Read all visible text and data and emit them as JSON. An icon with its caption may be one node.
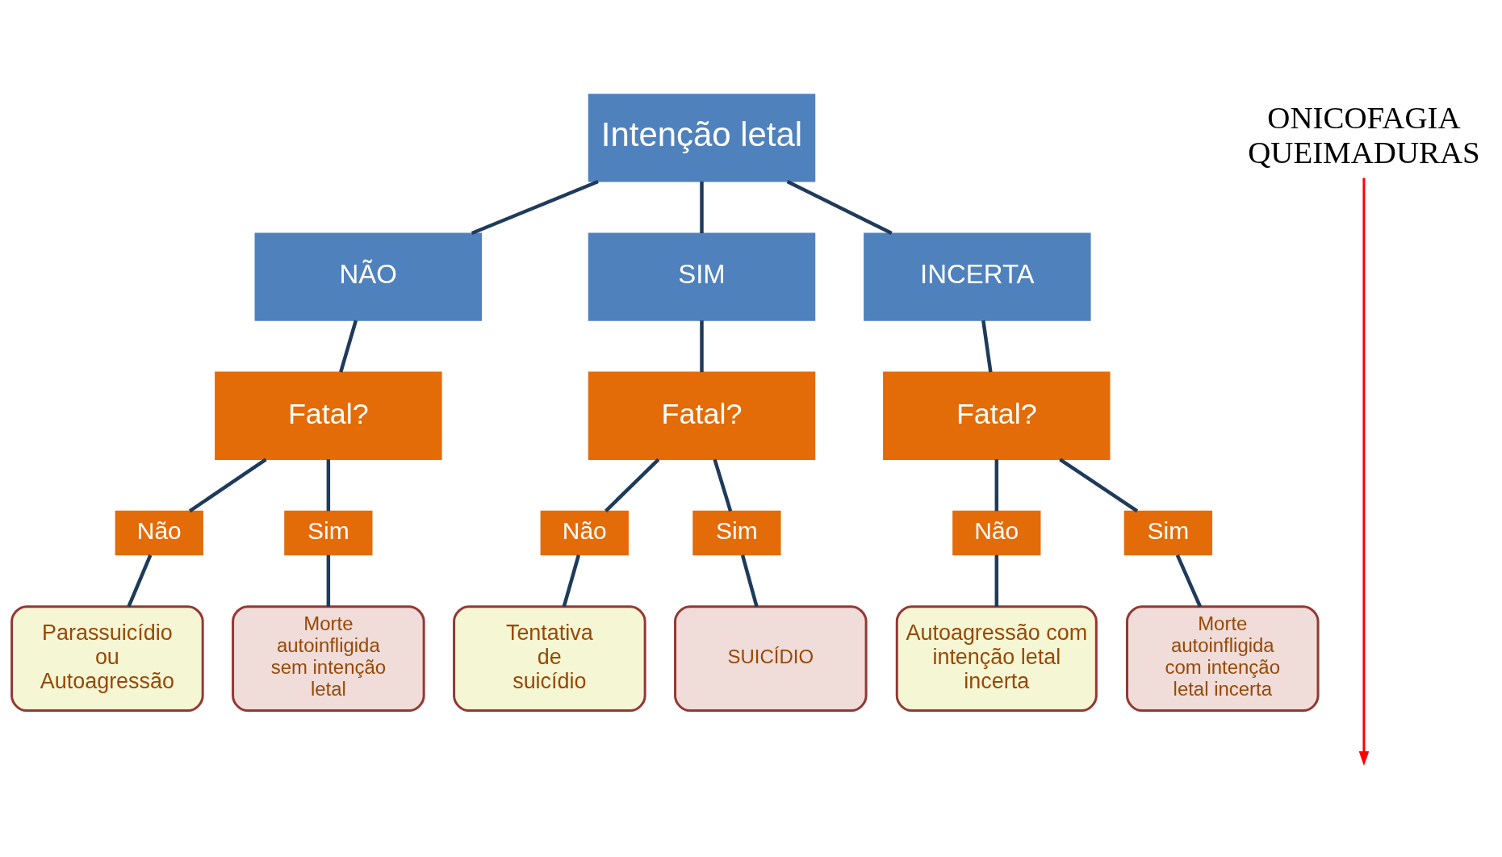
{
  "diagram": {
    "nodes": [
      {
        "text": [
          "Intenção letal"
        ]
      },
      {
        "text": [
          "NÃO"
        ]
      },
      {
        "text": [
          "SIM"
        ]
      },
      {
        "text": [
          "INCERTA"
        ]
      },
      {
        "text": [
          "Fatal?"
        ]
      },
      {
        "text": [
          "Fatal?"
        ]
      },
      {
        "text": [
          "Fatal?"
        ]
      },
      {
        "text": [
          "Não"
        ]
      },
      {
        "text": [
          "Sim"
        ]
      },
      {
        "text": [
          "Não"
        ]
      },
      {
        "text": [
          "Sim"
        ]
      },
      {
        "text": [
          "Não"
        ]
      },
      {
        "text": [
          "Sim"
        ]
      },
      {
        "text": [
          "Parassuicídio ou Autoagressão"
        ]
      },
      {
        "text": [
          "Morte autoinfligida sem intenção letal"
        ]
      },
      {
        "text": [
          "Tentativa de suicídio"
        ]
      },
      {
        "text": [
          "SUICÍDIO"
        ]
      },
      {
        "text": [
          "Autoagressão com intenção letal incerta"
        ]
      },
      {
        "text": [
          "Morte autoinfligida com intenção letal incerta"
        ]
      },
      {
        "text": [
          "ONICOFAGIA QUEIMADURAS"
        ]
      }
    ],
    "edges": [
      {
        "from": 0,
        "to": 1,
        "arrow": "none"
      },
      {
        "from": 0,
        "to": 2,
        "arrow": "none"
      },
      {
        "from": 0,
        "to": 3,
        "arrow": "none"
      },
      {
        "from": 1,
        "to": 4,
        "arrow": "none"
      },
      {
        "from": 2,
        "to": 5,
        "arrow": "none"
      },
      {
        "from": 3,
        "to": 6,
        "arrow": "none"
      },
      {
        "from": 4,
        "to": 7,
        "arrow": "none"
      },
      {
        "from": 4,
        "to": 8,
        "arrow": "none"
      },
      {
        "from": 5,
        "to": 9,
        "arrow": "none"
      },
      {
        "from": 5,
        "to": 10,
        "arrow": "none"
      },
      {
        "from": 6,
        "to": 11,
        "arrow": "none"
      },
      {
        "from": 6,
        "to": 12,
        "arrow": "none"
      },
      {
        "from": 7,
        "to": 13,
        "arrow": "none"
      },
      {
        "from": 8,
        "to": 14,
        "arrow": "none"
      },
      {
        "from": 9,
        "to": 15,
        "arrow": "none"
      },
      {
        "from": 10,
        "to": 16,
        "arrow": "none"
      },
      {
        "from": 11,
        "to": 17,
        "arrow": "none"
      },
      {
        "from": 12,
        "to": 18,
        "arrow": "none"
      },
      {
        "from": 19,
        "to": null,
        "arrow": "to",
        "color": "#ff0000"
      }
    ]
  }
}
